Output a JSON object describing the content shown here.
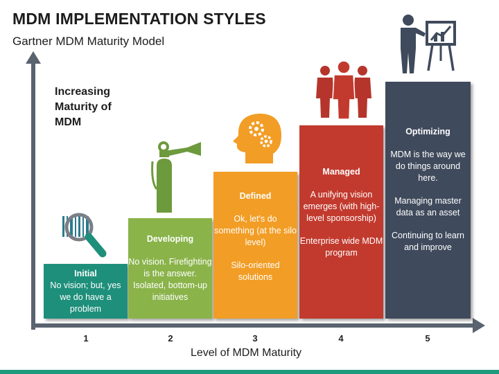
{
  "title": "MDM IMPLEMENTATION STYLES",
  "subtitle": "Gartner MDM Maturity Model",
  "y_label": "Increasing Maturity of MDM",
  "x_label": "Level of MDM Maturity",
  "colors": {
    "initial": "#1e8f7b",
    "developing": "#8ab34a",
    "defined": "#f29d25",
    "managed": "#c23a2e",
    "optimizing": "#3f4a5c",
    "axis": "#5a6470",
    "accent_bar": "#1e9a7f"
  },
  "steps": [
    {
      "level": "1",
      "name": "Initial",
      "desc": "No vision; but, yes we do have a problem",
      "icon": "magnifier-barcode-icon"
    },
    {
      "level": "2",
      "name": "Developing",
      "desc": "No vision. Firefighting is the answer. Isolated, bottom-up initiatives",
      "icon": "fire-extinguisher-icon"
    },
    {
      "level": "3",
      "name": "Defined",
      "desc": "Ok, let's do something (at the silo level)",
      "desc2": "Silo-oriented solutions",
      "icon": "head-gears-icon"
    },
    {
      "level": "4",
      "name": "Managed",
      "desc": "A unifying vision emerges (with high-level sponsorship)",
      "desc2": "Enterprise wide MDM program",
      "icon": "people-group-icon"
    },
    {
      "level": "5",
      "name": "Optimizing",
      "desc": "MDM is the way we do things around here.",
      "desc2": "Managing master data as an asset",
      "desc3": "Continuing to learn and improve",
      "icon": "presenter-chart-icon"
    }
  ]
}
